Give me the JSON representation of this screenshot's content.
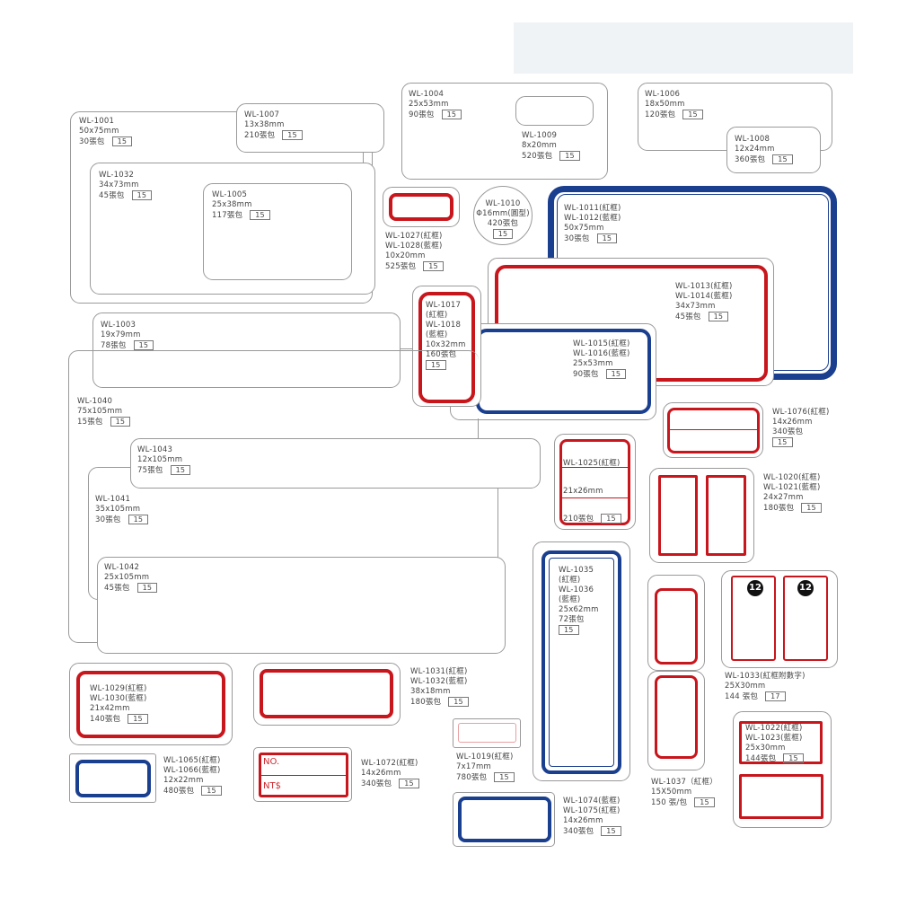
{
  "colors": {
    "red_frame": "#c8161d",
    "blue_frame": "#1b3f8f",
    "outline": "#9a9a9a"
  },
  "items": [
    {
      "lines": [
        "WL-1001",
        "50x75mm",
        "30張包"
      ],
      "tag": "15"
    },
    {
      "lines": [
        "WL-1007",
        "13x38mm",
        "210張包"
      ],
      "tag": "15"
    },
    {
      "lines": [
        "WL-1032",
        "34x73mm",
        "45張包"
      ],
      "tag": "15"
    },
    {
      "lines": [
        "WL-1005",
        "25x38mm",
        "117張包"
      ],
      "tag": "15"
    },
    {
      "lines": [
        "WL-1004",
        "25x53mm",
        "90張包"
      ],
      "tag": "15"
    },
    {
      "lines": [
        "WL-1009",
        "8x20mm",
        "520張包"
      ],
      "tag": "15"
    },
    {
      "lines": [
        "WL-1006",
        "18x50mm",
        "120張包"
      ],
      "tag": "15"
    },
    {
      "lines": [
        "WL-1008",
        "12x24mm",
        "360張包"
      ],
      "tag": "15"
    },
    {
      "lines": [
        "WL-1027(紅框)",
        "WL-1028(藍框)",
        "10x20mm",
        "525張包"
      ],
      "tag": "15"
    },
    {
      "lines": [
        "WL-1010",
        "Φ16mm(圓型)",
        "420張包"
      ],
      "tag": "15"
    },
    {
      "lines": [
        "WL-1011(紅框)",
        "WL-1012(藍框)",
        "50x75mm",
        "30張包"
      ],
      "tag": "15"
    },
    {
      "lines": [
        "WL-1013(紅框)",
        "WL-1014(藍框)",
        "34x73mm",
        "45張包"
      ],
      "tag": "15"
    },
    {
      "lines": [
        "WL-1017",
        "(紅框)",
        "WL-1018",
        "(藍框)",
        "10x32mm",
        "160張包"
      ],
      "tag": "15"
    },
    {
      "lines": [
        "WL-1015(紅框)",
        "WL-1016(藍框)",
        "25x53mm",
        "90張包"
      ],
      "tag": "15"
    },
    {
      "lines": [
        "WL-1003",
        "19x79mm",
        "78張包"
      ],
      "tag": "15"
    },
    {
      "lines": [
        "WL-1040",
        "75x105mm",
        "15張包"
      ],
      "tag": "15"
    },
    {
      "lines": [
        "WL-1043",
        "12x105mm",
        "75張包"
      ],
      "tag": "15"
    },
    {
      "lines": [
        "WL-1041",
        "35x105mm",
        "30張包"
      ],
      "tag": "15"
    },
    {
      "lines": [
        "WL-1042",
        "25x105mm",
        "45張包"
      ],
      "tag": "15"
    },
    {
      "lines": [
        "WL-1076(紅框)",
        "14x26mm",
        "340張包"
      ],
      "tag": "15"
    },
    {
      "lines": [
        "WL-1025(紅框)",
        "21x26mm",
        "210張包"
      ],
      "tag": "15"
    },
    {
      "lines": [
        "WL-1020(紅框)",
        "WL-1021(藍框)",
        "24x27mm",
        "180張包"
      ],
      "tag": "15"
    },
    {
      "lines": [
        "WL-1035",
        "(紅框)",
        "WL-1036",
        "(藍框)",
        "25x62mm",
        "72張包"
      ],
      "tag": "15"
    },
    {
      "lines": [
        "WL-1033(紅框附數字)",
        "25X30mm",
        "144 張包"
      ],
      "tag": "17",
      "badge": "12"
    },
    {
      "lines": [
        "WL-1037（紅框）",
        "15X50mm",
        "150 張/包"
      ],
      "tag": "15"
    },
    {
      "lines": [
        "WL-1022(紅框)",
        "WL-1023(藍框)",
        "25x30mm",
        "144張包"
      ],
      "tag": "15"
    },
    {
      "lines": [
        "WL-1029(紅框)",
        "WL-1030(藍框)",
        "21x42mm",
        "140張包"
      ],
      "tag": "15"
    },
    {
      "lines": [
        "WL-1031(紅框)",
        "WL-1032(藍框)",
        "38x18mm",
        "180張包"
      ],
      "tag": "15"
    },
    {
      "lines": [
        "WL-1065(紅框)",
        "WL-1066(藍框)",
        "12x22mm",
        "480張包"
      ],
      "tag": "15"
    },
    {
      "lines": [
        "WL-1072(紅框)",
        "14x26mm",
        "340張包"
      ],
      "tag": "15",
      "field_no": "NO.",
      "field_price": "NT$"
    },
    {
      "lines": [
        "WL-1019(紅框)",
        "7x17mm",
        "780張包"
      ],
      "tag": "15"
    },
    {
      "lines": [
        "WL-1074(藍框)",
        "WL-1075(紅框)",
        "14x26mm",
        "340張包"
      ],
      "tag": "15"
    }
  ]
}
